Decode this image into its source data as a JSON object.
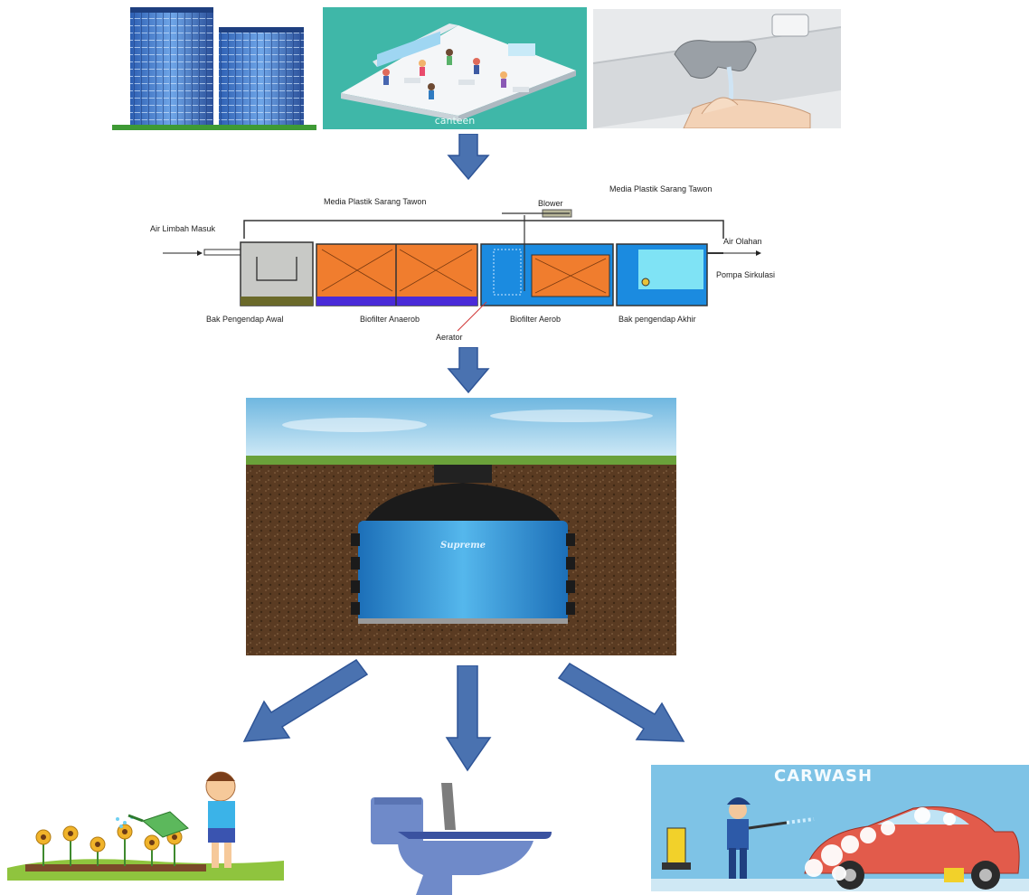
{
  "colors": {
    "arrow": "#4a72b0",
    "arrow_stroke": "#2f5597",
    "canteen_bg": "#3fb7a8",
    "anaerob_media": "#f07d2e",
    "aerob_water": "#1b8be0",
    "settling_water": "#7fe3f5",
    "sky": "#a9d6ee",
    "soil": "#5a3b22",
    "tank": "#2e8fd6",
    "toilet": "#6f8ac9",
    "carwash_bg": "#7ec3e6",
    "car": "#e25b4b"
  },
  "sources": {
    "canteen_label": "canteen"
  },
  "process_diagram": {
    "inlet_label": "Air Limbah Masuk",
    "media_label_1": "Media Plastik Sarang Tawon",
    "media_label_2": "Media Plastik Sarang Tawon",
    "blower_label": "Blower",
    "outlet_label": "Air Olahan",
    "pump_label": "Pompa Sirkulasi",
    "stage_1": "Bak Pengendap Awal",
    "stage_2": "Biofilter Anaerob",
    "stage_3": "Biofilter Aerob",
    "stage_4": "Bak pengendap Akhir",
    "aerator_label": "Aerator"
  },
  "storage": {
    "tank_brand": "Supreme"
  },
  "reuse": {
    "carwash_title": "CARWASH"
  },
  "icons": [
    "office-buildings-icon",
    "canteen-icon",
    "faucet-handwash-icon",
    "garden-watering-icon",
    "toilet-icon",
    "carwash-icon",
    "down-arrow-icon"
  ]
}
